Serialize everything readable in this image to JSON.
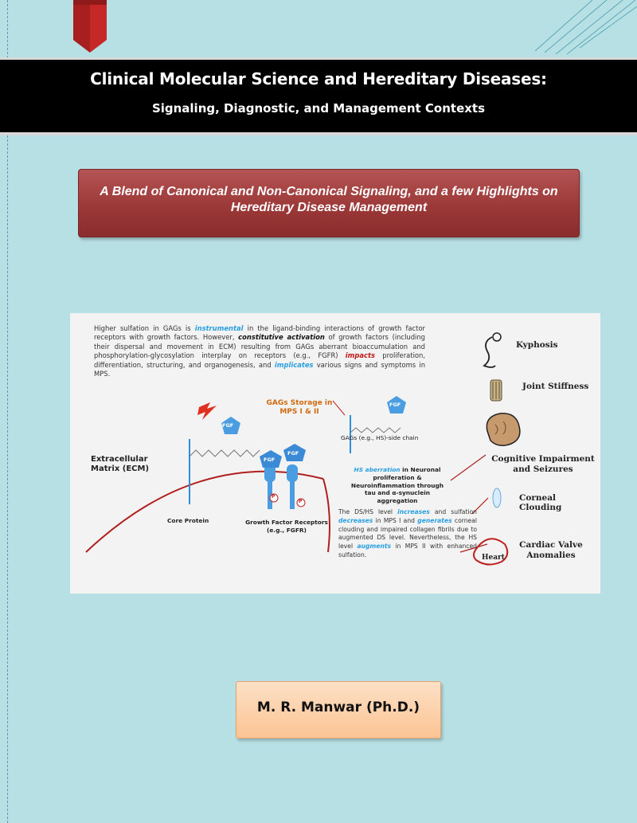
{
  "cover": {
    "title_line1": "Clinical Molecular Science and Hereditary Diseases:",
    "title_line2": "Signaling, Diagnostic, and Management Contexts",
    "subtitle": "A Blend of Canonical and Non-Canonical Signaling, and a few Highlights on Hereditary Disease Management",
    "author": "M. R. Manwar (Ph.D.)",
    "colors": {
      "background": "#b7e0e4",
      "title_band": "#000000",
      "subtitle_box": "#9c3838",
      "author_box": "#fbc493",
      "ribbon": "#c62828"
    }
  },
  "figure": {
    "intro": {
      "p1": "Higher sulfation in GAGs is ",
      "k1": "instrumental",
      "p2": " in the ligand-binding interactions of growth factor receptors with growth factors. However, ",
      "k2": "constitutive activation",
      "p3": " of growth factors (including their dispersal and movement in ECM) resulting from GAGs aberrant bioaccumulation and phosphorylation-glycosylation interplay on receptors (e.g., FGFR) ",
      "k3": "impacts",
      "p4": " proliferation, differentiation, structuring, and organogenesis, and ",
      "k4": "implicates",
      "p5": " various signs and symptoms in MPS."
    },
    "gags_storage": "GAGs Storage in MPS I & II",
    "gags_chain": "GAGs (e.g., HS)-side chain",
    "ecm_label": "Extracellular Matrix (ECM)",
    "core_protein": "Core Protein",
    "receptors": "Growth Factor Receptors (e.g., FGFR)",
    "fgf": "FGF",
    "p_marker": "P",
    "hs_aberration": {
      "k": "HS aberration",
      "rest": " in Neuronal proliferation & Neuroinflammation through tau and α-synuclein aggregation"
    },
    "ds_hs": {
      "p1": "The DS/HS level ",
      "k1": "increases",
      "p2": " and sulfation ",
      "k2": "decreases",
      "p3": " in MPS I and ",
      "k3": "generates",
      "p4": " corneal clouding and impaired collagen fibrils due to augmented DS level. Nevertheless, the HS level ",
      "k4": "augments",
      "p5": " in MPS II with enhanced sulfation."
    },
    "symptoms": {
      "kyphosis": "Kyphosis",
      "joint_stiffness": "Joint Stiffness",
      "cognitive": "Cognitive Impairment and Seizures",
      "corneal": "Corneal Clouding",
      "heart": "Heart",
      "cardiac": "Cardiac Valve Anomalies"
    },
    "icons": [
      "spine-icon",
      "joint-icon",
      "brain-icon",
      "eye-icon",
      "heart-icon",
      "lightning-icon"
    ]
  }
}
